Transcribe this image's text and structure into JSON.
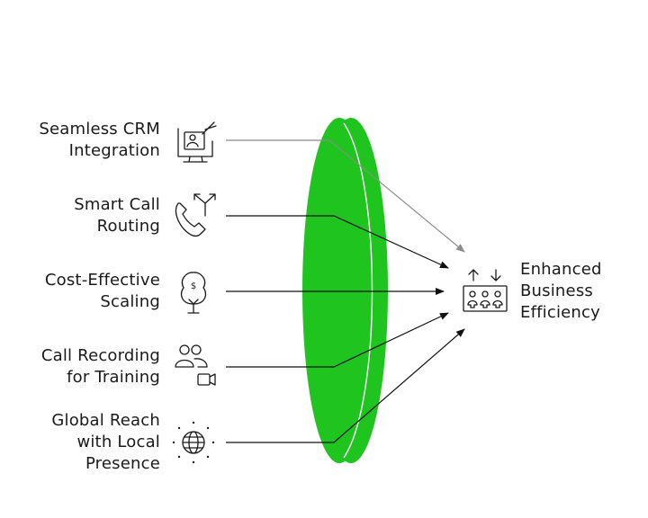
{
  "features": [
    {
      "lines": [
        "Seamless CRM",
        "Integration"
      ],
      "icon": "crm-monitor-icon"
    },
    {
      "lines": [
        "Smart Call",
        "Routing"
      ],
      "icon": "call-routing-icon"
    },
    {
      "lines": [
        "Cost-Effective",
        "Scaling"
      ],
      "icon": "money-plant-icon"
    },
    {
      "lines": [
        "Call Recording",
        "for Training"
      ],
      "icon": "team-video-icon"
    },
    {
      "lines": [
        "Global Reach",
        "with Local",
        "Presence"
      ],
      "icon": "globe-icon"
    }
  ],
  "output": {
    "lines": [
      "Enhanced",
      "Business",
      "Efficiency"
    ],
    "icon": "business-team-arrows-icon"
  },
  "colors": {
    "lens": "#1fc41f",
    "text": "#1a1a1a",
    "arrow_first": "#8c8c8c",
    "arrow": "#111111"
  }
}
